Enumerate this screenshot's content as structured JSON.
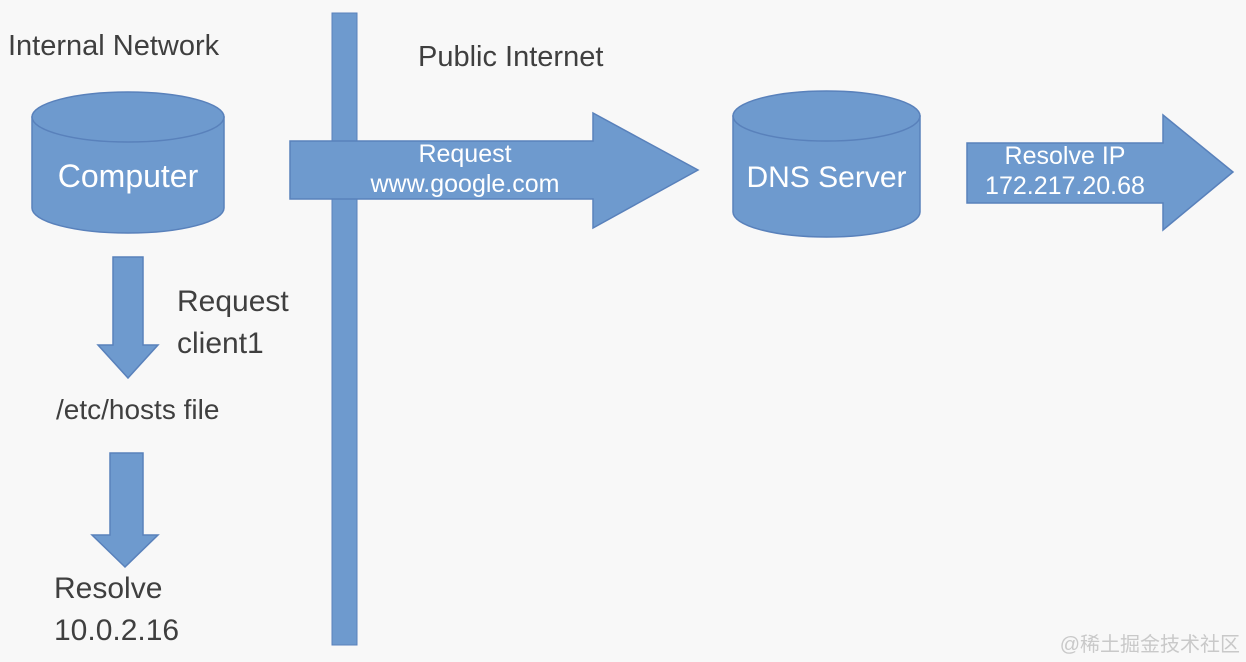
{
  "colors": {
    "background": "#f8f8f8",
    "shape_fill": "#6e9ace",
    "shape_stroke": "#5981bb",
    "label_text": "#3f3f3f",
    "shape_text": "#ffffff",
    "watermark_text": "#c9c9c9"
  },
  "zones": {
    "internal_network_label": "Internal Network",
    "public_internet_label": "Public Internet"
  },
  "nodes": {
    "computer": {
      "label": "Computer"
    },
    "dns_server": {
      "label": "DNS Server"
    }
  },
  "flows": {
    "dns_request": {
      "line1": "Request",
      "line2": "www.google.com"
    },
    "dns_response": {
      "line1": "Resolve IP",
      "line2": "172.217.20.68"
    },
    "local_request": {
      "line1": "Request",
      "line2": "client1"
    },
    "hosts_file": {
      "label": "/etc/hosts file"
    },
    "local_resolve": {
      "line1": "Resolve",
      "line2": "10.0.2.16"
    }
  },
  "watermark": "@稀土掘金技术社区"
}
